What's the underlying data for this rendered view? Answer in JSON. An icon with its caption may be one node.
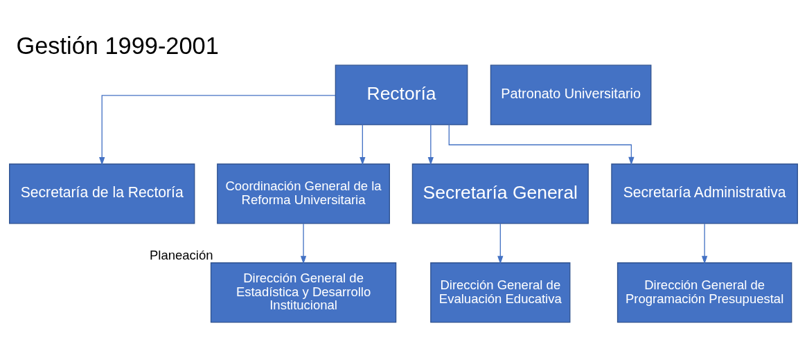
{
  "diagram": {
    "title": "Gestión 1999-2001",
    "nodes": [
      {
        "text": [
          "Rectoría"
        ]
      },
      {
        "text": [
          "Patronato Universitario"
        ]
      },
      {
        "text": [
          "Secretaría de la Rectoría"
        ]
      },
      {
        "text": [
          "Coordinación General de la Reforma Universitaria"
        ]
      },
      {
        "text": [
          "Secretaría General"
        ]
      },
      {
        "text": [
          "Secretaría Administrativa"
        ]
      },
      {
        "text": [
          "Dirección General de Estadística y Desarrollo Institucional"
        ],
        "beside": [
          "Planeación"
        ]
      },
      {
        "text": [
          "Dirección General de Evaluación Educativa"
        ]
      },
      {
        "text": [
          "Dirección General de Programación Presupuestal"
        ]
      }
    ],
    "edges": [
      {
        "from": 0,
        "to": 2,
        "arrow": "to"
      },
      {
        "from": 0,
        "to": 3,
        "arrow": "to"
      },
      {
        "from": 0,
        "to": 4,
        "arrow": "to"
      },
      {
        "from": 0,
        "to": 5,
        "arrow": "to"
      },
      {
        "from": 3,
        "to": 6,
        "arrow": "to"
      },
      {
        "from": 4,
        "to": 7,
        "arrow": "to"
      },
      {
        "from": 5,
        "to": 8,
        "arrow": "to"
      }
    ]
  }
}
